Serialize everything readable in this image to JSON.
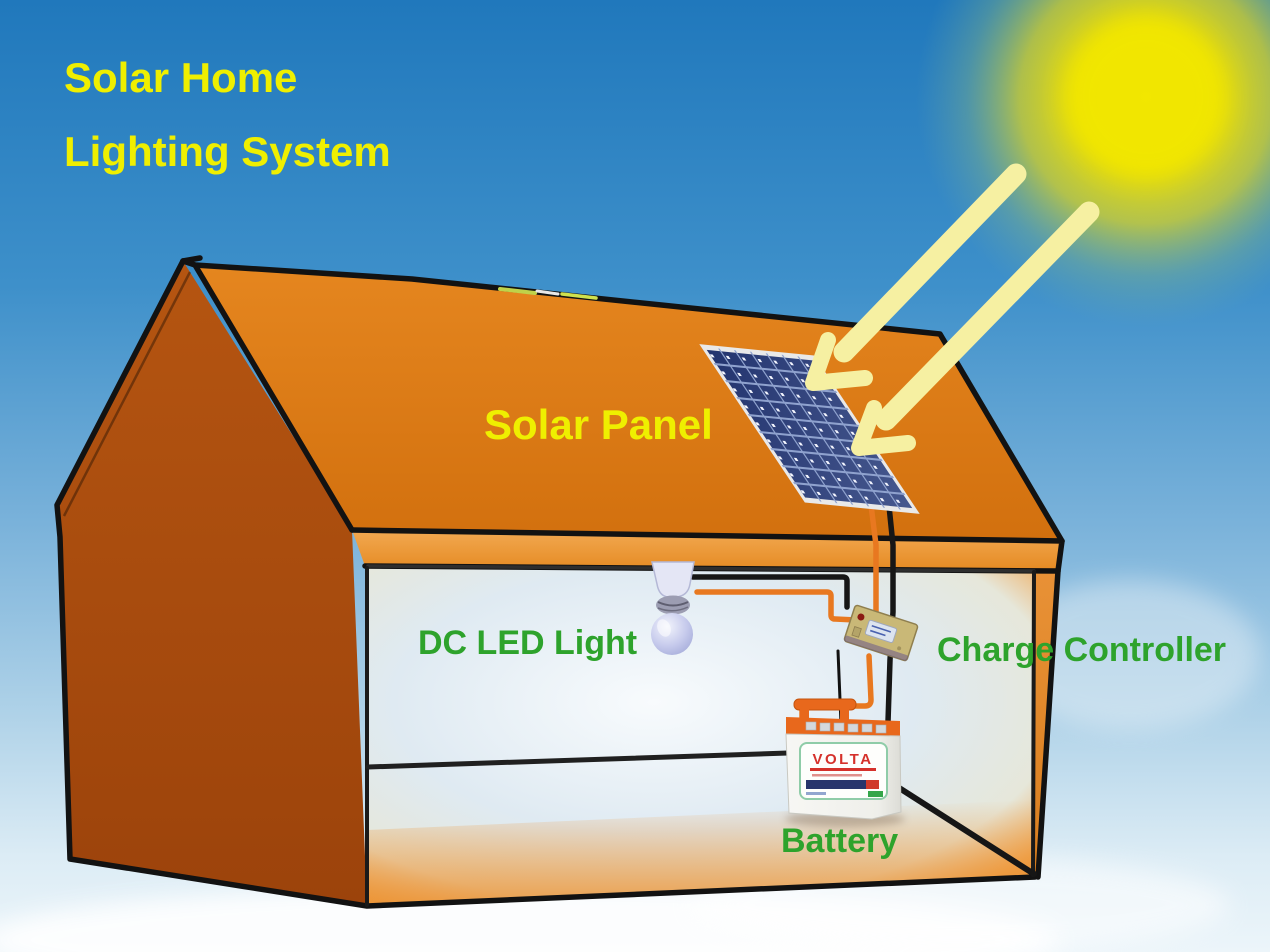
{
  "title": {
    "line1": "Solar Home",
    "line2": "Lighting System"
  },
  "labels": {
    "solar_panel": "Solar Panel",
    "dc_led_light": "DC LED Light",
    "charge_controller": "Charge Controller",
    "battery": "Battery"
  },
  "battery": {
    "brand": "VOLTA"
  },
  "colors": {
    "sky_top": "#2078BC",
    "sky_bottom": "#ECF5FA",
    "sun_core": "#F0E200",
    "sun_ray": "#F6F0A2",
    "title_text": "#EFEF00",
    "label_text": "#2EA32C",
    "roof_orange": "#DC7E18",
    "gable_wall_brown": "#A94D0E",
    "fascia_orange": "#E89A3C",
    "panel_blue": "#2C3F88",
    "wire_orange": "#E87820",
    "wire_black": "#161616",
    "battery_top_orange": "#E8681C",
    "battery_brand_red": "#D5312B",
    "bulb_lavender": "#C3C7E9",
    "controller_tan": "#C9B877"
  }
}
